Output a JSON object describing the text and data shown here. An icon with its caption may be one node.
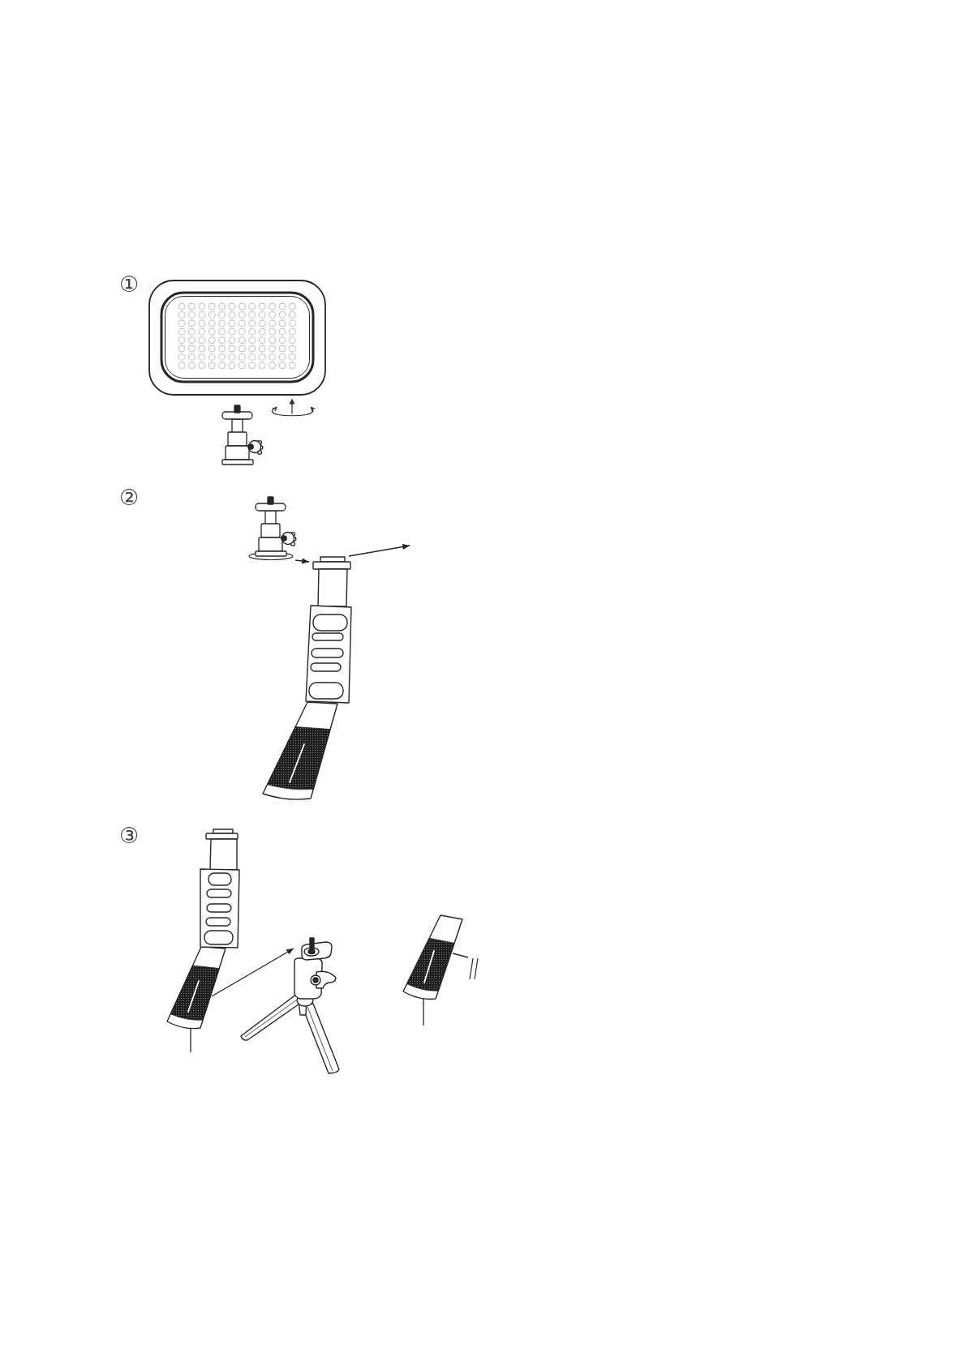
{
  "diagram": {
    "nodes": [
      {
        "text": [],
        "shape": "picture"
      },
      {
        "text": [],
        "shape": "picture"
      },
      {
        "text": [],
        "shape": "picture"
      },
      {
        "text": [],
        "shape": "picture"
      },
      {
        "text": [],
        "shape": "picture"
      },
      {
        "text": [],
        "shape": "picture"
      },
      {
        "text": [],
        "shape": "picture"
      }
    ],
    "edges": [
      {
        "from": 2,
        "to": 3,
        "arrow": "to"
      },
      {
        "from": 3,
        "to": null,
        "arrow": "to"
      },
      {
        "from": 4,
        "to": 5,
        "arrow": "to"
      },
      {
        "from": 4,
        "to": null,
        "arrow": "none"
      },
      {
        "from": 6,
        "to": null,
        "arrow": "none"
      },
      {
        "from": 6,
        "to": null,
        "arrow": "none"
      }
    ],
    "labels": [
      "①",
      "②",
      "③"
    ]
  }
}
